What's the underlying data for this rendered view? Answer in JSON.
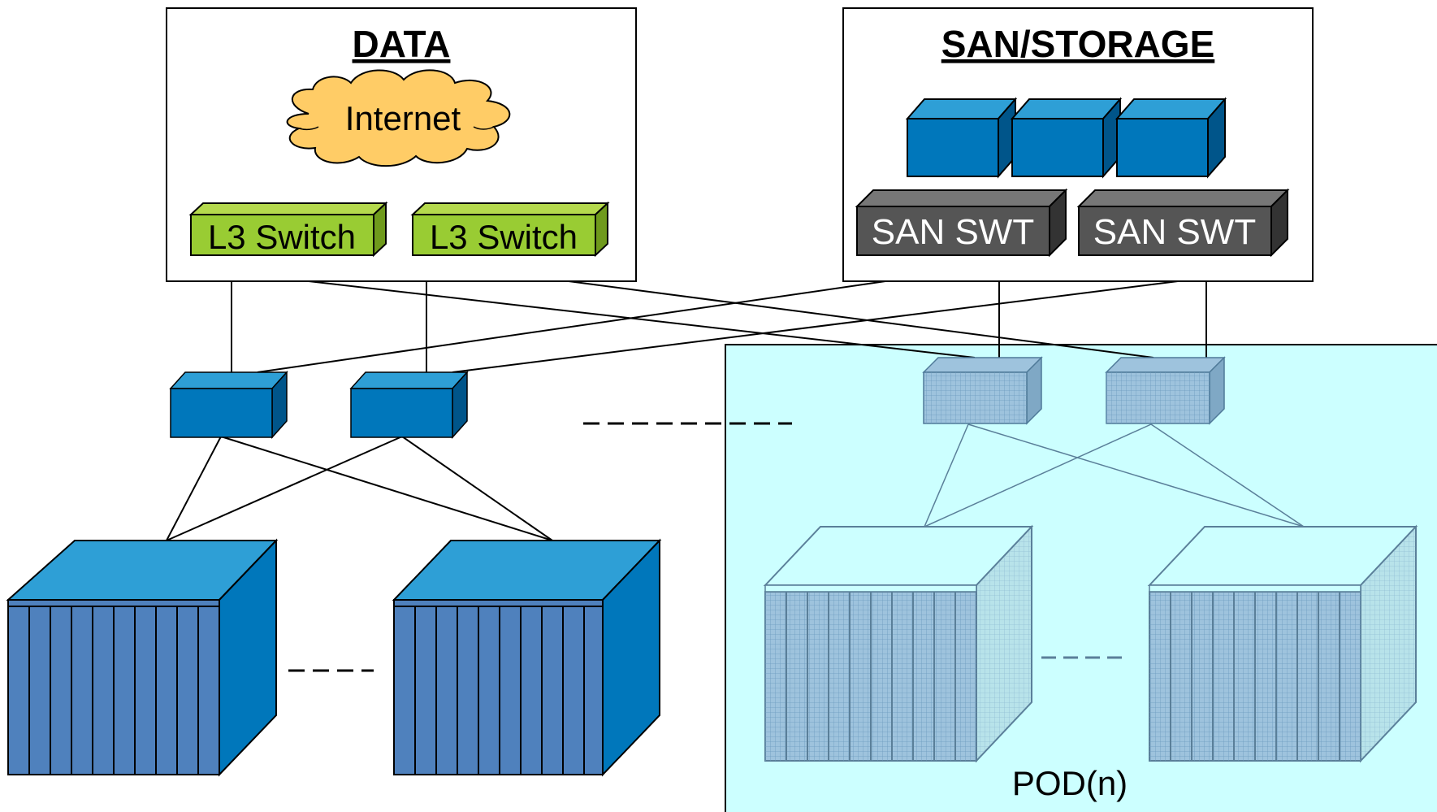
{
  "data_box": {
    "title": "DATA",
    "cloud_label": "Internet",
    "switches": [
      "L3 Switch",
      "L3 Switch"
    ]
  },
  "san_box": {
    "title": "SAN/STORAGE",
    "switches": [
      "SAN SWT",
      "SAN SWT"
    ]
  },
  "pod": {
    "label": "POD(n)"
  },
  "colors": {
    "cloud": "#ffcc66",
    "l3_switch": "#99cc33",
    "storage_blue": "#0077bb",
    "san_switch": "#555555",
    "rack_front": "#4f81bd",
    "rack_top": "#2e9fd6",
    "pod_bg": "#ccffff"
  }
}
